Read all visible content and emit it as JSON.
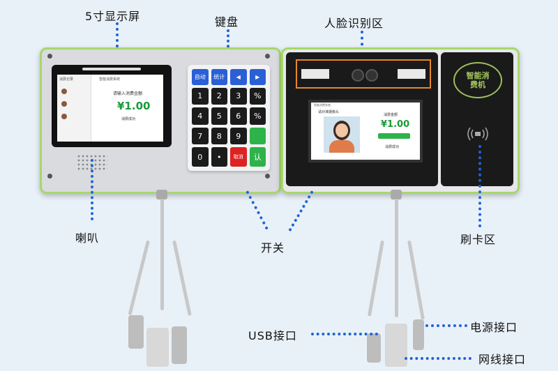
{
  "labels": {
    "screen": "5寸显示屏",
    "keyboard": "键盘",
    "face_area": "人脸识别区",
    "speaker": "喇叭",
    "switch": "开关",
    "card_area": "刷卡区",
    "usb_port": "USB接口",
    "power_port": "电源接口",
    "network_port": "网线接口"
  },
  "left_screen": {
    "title": "智能消费系统",
    "list_title": "消费记录",
    "prompt": "请输入消费金额",
    "amount": "¥1.00",
    "status": "消费成功"
  },
  "keypad_keys": [
    "自动",
    "统计",
    "◀",
    "▶",
    "1",
    "2",
    "3",
    "%",
    "4",
    "5",
    "6",
    "%",
    "7",
    "8",
    "9",
    "",
    "0",
    "•",
    "取消",
    "认"
  ],
  "right_screen": {
    "header": "智能消费系统",
    "prompt": "请对准摄像头",
    "amount_label": "消费金额",
    "amount": "¥1.00",
    "status": "消费成功"
  },
  "logo_text": "智能消费机",
  "colors": {
    "accent_dots": "#1f63d8",
    "frame_green": "#a7d86a",
    "face_box": "#e8872a"
  }
}
